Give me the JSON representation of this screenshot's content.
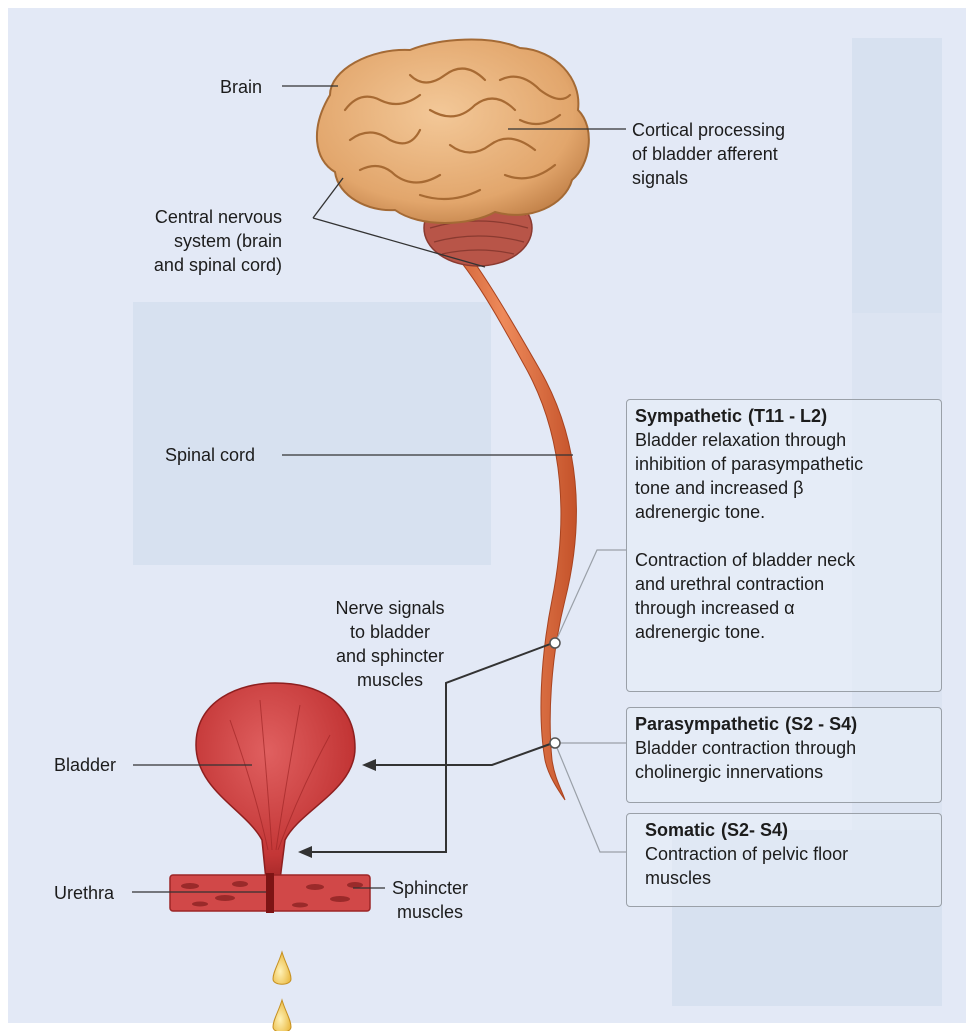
{
  "labels": {
    "brain": "Brain",
    "cns_line1": "Central nervous",
    "cns_line2": "system (brain",
    "cns_line3": "and spinal cord)",
    "cortical_line1": "Cortical processing",
    "cortical_line2": "of bladder afferent",
    "cortical_line3": "signals",
    "spinal_cord": "Spinal cord",
    "nerve_line1": "Nerve signals",
    "nerve_line2": "to bladder",
    "nerve_line3": "and sphincter",
    "nerve_line4": "muscles",
    "bladder": "Bladder",
    "urethra": "Urethra",
    "sphincter_line1": "Sphincter",
    "sphincter_line2": "muscles"
  },
  "boxes": {
    "sympathetic": {
      "title": "Sympathetic",
      "range": "(T11 - L2)",
      "p1_l1": "Bladder relaxation through",
      "p1_l2": "inhibition of parasympathetic",
      "p1_l3": "tone and increased β",
      "p1_l4": "adrenergic tone.",
      "p2_l1": "Contraction of bladder neck",
      "p2_l2": "and urethral contraction",
      "p2_l3": "through increased α",
      "p2_l4": "adrenergic tone."
    },
    "parasympathetic": {
      "title": "Parasympathetic",
      "range": "(S2 - S4)",
      "l1": "Bladder contraction through",
      "l2": "cholinergic innervations"
    },
    "somatic": {
      "title": "Somatic",
      "range": "(S2- S4)",
      "l1": "Contraction of pelvic floor",
      "l2": "muscles"
    }
  },
  "colors": {
    "background": "#e3e9f6",
    "panel": "#d3deef",
    "brain": "#e7b078",
    "cord": "#d8663a",
    "bladder": "#c9393a",
    "drop": "#f0c24a"
  }
}
